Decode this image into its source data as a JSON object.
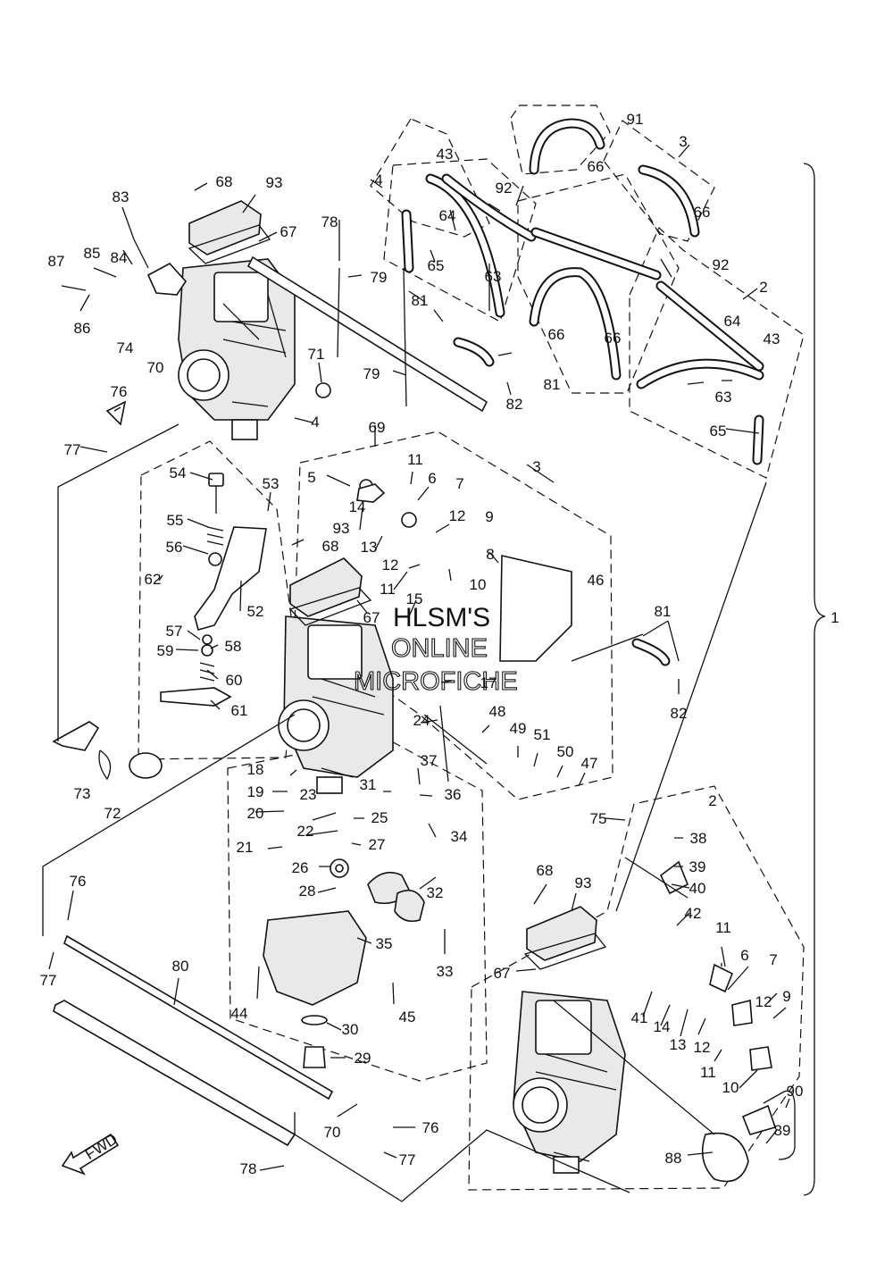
{
  "watermark": {
    "line1": "HLSM'S",
    "line2": "ONLINE",
    "line3": "MICROFICHE"
  },
  "fwd_label": "FWD",
  "labels": [
    {
      "id": "l1",
      "text": "1"
    },
    {
      "id": "l2a",
      "text": "2"
    },
    {
      "id": "l2b",
      "text": "2"
    },
    {
      "id": "l3a",
      "text": "3"
    },
    {
      "id": "l3b",
      "text": "3"
    },
    {
      "id": "l4a",
      "text": "4"
    },
    {
      "id": "l4b",
      "text": "4"
    },
    {
      "id": "l5",
      "text": "5"
    },
    {
      "id": "l6a",
      "text": "6"
    },
    {
      "id": "l6b",
      "text": "6"
    },
    {
      "id": "l7a",
      "text": "7"
    },
    {
      "id": "l7b",
      "text": "7"
    },
    {
      "id": "l8",
      "text": "8"
    },
    {
      "id": "l9a",
      "text": "9"
    },
    {
      "id": "l9b",
      "text": "9"
    },
    {
      "id": "l10a",
      "text": "10"
    },
    {
      "id": "l10b",
      "text": "10"
    },
    {
      "id": "l11a",
      "text": "11"
    },
    {
      "id": "l11b",
      "text": "11"
    },
    {
      "id": "l11c",
      "text": "11"
    },
    {
      "id": "l11d",
      "text": "11"
    },
    {
      "id": "l12a",
      "text": "12"
    },
    {
      "id": "l12b",
      "text": "12"
    },
    {
      "id": "l12c",
      "text": "12"
    },
    {
      "id": "l12d",
      "text": "12"
    },
    {
      "id": "l13a",
      "text": "13"
    },
    {
      "id": "l13b",
      "text": "13"
    },
    {
      "id": "l14a",
      "text": "14"
    },
    {
      "id": "l14b",
      "text": "14"
    },
    {
      "id": "l15",
      "text": "15"
    },
    {
      "id": "l17",
      "text": "17"
    },
    {
      "id": "l18",
      "text": "18"
    },
    {
      "id": "l19",
      "text": "19"
    },
    {
      "id": "l20",
      "text": "20"
    },
    {
      "id": "l21",
      "text": "21"
    },
    {
      "id": "l22",
      "text": "22"
    },
    {
      "id": "l23",
      "text": "23"
    },
    {
      "id": "l24",
      "text": "24"
    },
    {
      "id": "l25",
      "text": "25"
    },
    {
      "id": "l26",
      "text": "26"
    },
    {
      "id": "l27",
      "text": "27"
    },
    {
      "id": "l28",
      "text": "28"
    },
    {
      "id": "l29",
      "text": "29"
    },
    {
      "id": "l30",
      "text": "30"
    },
    {
      "id": "l31",
      "text": "31"
    },
    {
      "id": "l32",
      "text": "32"
    },
    {
      "id": "l33",
      "text": "33"
    },
    {
      "id": "l34",
      "text": "34"
    },
    {
      "id": "l35",
      "text": "35"
    },
    {
      "id": "l36",
      "text": "36"
    },
    {
      "id": "l37",
      "text": "37"
    },
    {
      "id": "l38",
      "text": "38"
    },
    {
      "id": "l39",
      "text": "39"
    },
    {
      "id": "l40",
      "text": "40"
    },
    {
      "id": "l41",
      "text": "41"
    },
    {
      "id": "l42",
      "text": "42"
    },
    {
      "id": "l43a",
      "text": "43"
    },
    {
      "id": "l43b",
      "text": "43"
    },
    {
      "id": "l44",
      "text": "44"
    },
    {
      "id": "l45",
      "text": "45"
    },
    {
      "id": "l46",
      "text": "46"
    },
    {
      "id": "l47",
      "text": "47"
    },
    {
      "id": "l48",
      "text": "48"
    },
    {
      "id": "l49",
      "text": "49"
    },
    {
      "id": "l50",
      "text": "50"
    },
    {
      "id": "l51",
      "text": "51"
    },
    {
      "id": "l52",
      "text": "52"
    },
    {
      "id": "l53",
      "text": "53"
    },
    {
      "id": "l54",
      "text": "54"
    },
    {
      "id": "l55",
      "text": "55"
    },
    {
      "id": "l56",
      "text": "56"
    },
    {
      "id": "l57",
      "text": "57"
    },
    {
      "id": "l58",
      "text": "58"
    },
    {
      "id": "l59",
      "text": "59"
    },
    {
      "id": "l60",
      "text": "60"
    },
    {
      "id": "l61",
      "text": "61"
    },
    {
      "id": "l62",
      "text": "62"
    },
    {
      "id": "l63a",
      "text": "63"
    },
    {
      "id": "l63b",
      "text": "63"
    },
    {
      "id": "l64a",
      "text": "64"
    },
    {
      "id": "l64b",
      "text": "64"
    },
    {
      "id": "l65a",
      "text": "65"
    },
    {
      "id": "l65b",
      "text": "65"
    },
    {
      "id": "l66a",
      "text": "66"
    },
    {
      "id": "l66b",
      "text": "66"
    },
    {
      "id": "l66c",
      "text": "66"
    },
    {
      "id": "l66d",
      "text": "66"
    },
    {
      "id": "l67a",
      "text": "67"
    },
    {
      "id": "l67b",
      "text": "67"
    },
    {
      "id": "l67c",
      "text": "67"
    },
    {
      "id": "l68a",
      "text": "68"
    },
    {
      "id": "l68b",
      "text": "68"
    },
    {
      "id": "l68c",
      "text": "68"
    },
    {
      "id": "l69",
      "text": "69"
    },
    {
      "id": "l70a",
      "text": "70"
    },
    {
      "id": "l70b",
      "text": "70"
    },
    {
      "id": "l71",
      "text": "71"
    },
    {
      "id": "l72",
      "text": "72"
    },
    {
      "id": "l73",
      "text": "73"
    },
    {
      "id": "l74",
      "text": "74"
    },
    {
      "id": "l75",
      "text": "75"
    },
    {
      "id": "l76a",
      "text": "76"
    },
    {
      "id": "l76b",
      "text": "76"
    },
    {
      "id": "l76c",
      "text": "76"
    },
    {
      "id": "l77a",
      "text": "77"
    },
    {
      "id": "l77b",
      "text": "77"
    },
    {
      "id": "l77c",
      "text": "77"
    },
    {
      "id": "l78a",
      "text": "78"
    },
    {
      "id": "l78b",
      "text": "78"
    },
    {
      "id": "l79a",
      "text": "79"
    },
    {
      "id": "l79b",
      "text": "79"
    },
    {
      "id": "l80",
      "text": "80"
    },
    {
      "id": "l81a",
      "text": "81"
    },
    {
      "id": "l81b",
      "text": "81"
    },
    {
      "id": "l81c",
      "text": "81"
    },
    {
      "id": "l82a",
      "text": "82"
    },
    {
      "id": "l82b",
      "text": "82"
    },
    {
      "id": "l83",
      "text": "83"
    },
    {
      "id": "l84",
      "text": "84"
    },
    {
      "id": "l85",
      "text": "85"
    },
    {
      "id": "l86",
      "text": "86"
    },
    {
      "id": "l87",
      "text": "87"
    },
    {
      "id": "l88",
      "text": "88"
    },
    {
      "id": "l89",
      "text": "89"
    },
    {
      "id": "l90",
      "text": "90"
    },
    {
      "id": "l91",
      "text": "91"
    },
    {
      "id": "l92a",
      "text": "92"
    },
    {
      "id": "l92b",
      "text": "92"
    },
    {
      "id": "l93a",
      "text": "93"
    },
    {
      "id": "l93b",
      "text": "93"
    },
    {
      "id": "l93c",
      "text": "93"
    }
  ]
}
